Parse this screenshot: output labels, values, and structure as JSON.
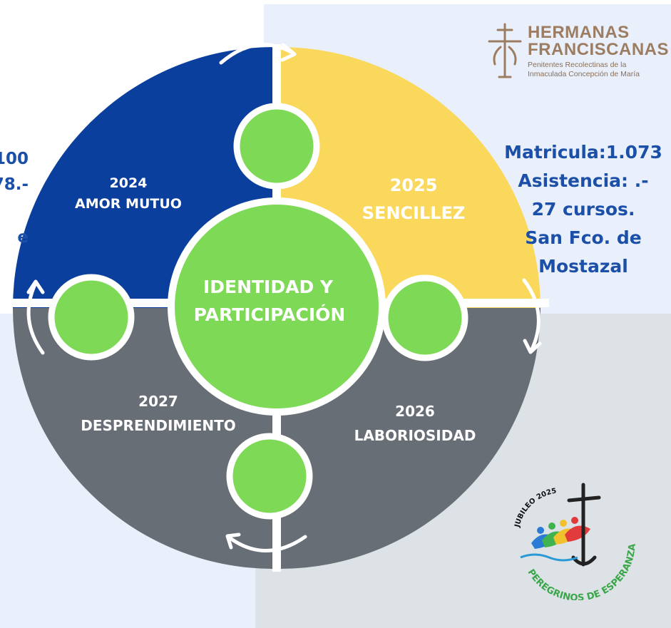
{
  "center": {
    "line1": "IDENTIDAD Y",
    "line2": "PARTICIPACIÓN"
  },
  "quadrants": [
    {
      "year": "2024",
      "value": "AMOR MUTUO",
      "color": "#0b3f9e"
    },
    {
      "year": "2025",
      "value": "SENCILLEZ",
      "color": "#fad85c"
    },
    {
      "year": "2026",
      "value": "LABORIOSIDAD",
      "color": "#676e76"
    },
    {
      "year": "2027",
      "value": "DESPRENDIMIENTO",
      "color": "#676e76"
    }
  ],
  "colors": {
    "green": "#7ed957",
    "text_blue": "#1b4fa8",
    "brown": "#9c7d62"
  },
  "right_stats": {
    "line1": "Matricula:1.073",
    "line2": "Asistencia: .-",
    "line3": "27 cursos.",
    "line4": "San Fco. de",
    "line5": "Mostazal"
  },
  "left_stats": {
    "line1": "100",
    "line2": "78.-",
    "line3": "e"
  },
  "logo_top": {
    "title_line1": "HERMANAS",
    "title_line2": "FRANCISCANAS",
    "subtitle_line1": "Penitentes Recolectinas de la",
    "subtitle_line2": "Inmaculada Concepción de María"
  },
  "logo_bottom": {
    "arc_top": "JUBILEO 2025",
    "arc_bottom": "PEREGRINOS DE ESPERANZA"
  }
}
